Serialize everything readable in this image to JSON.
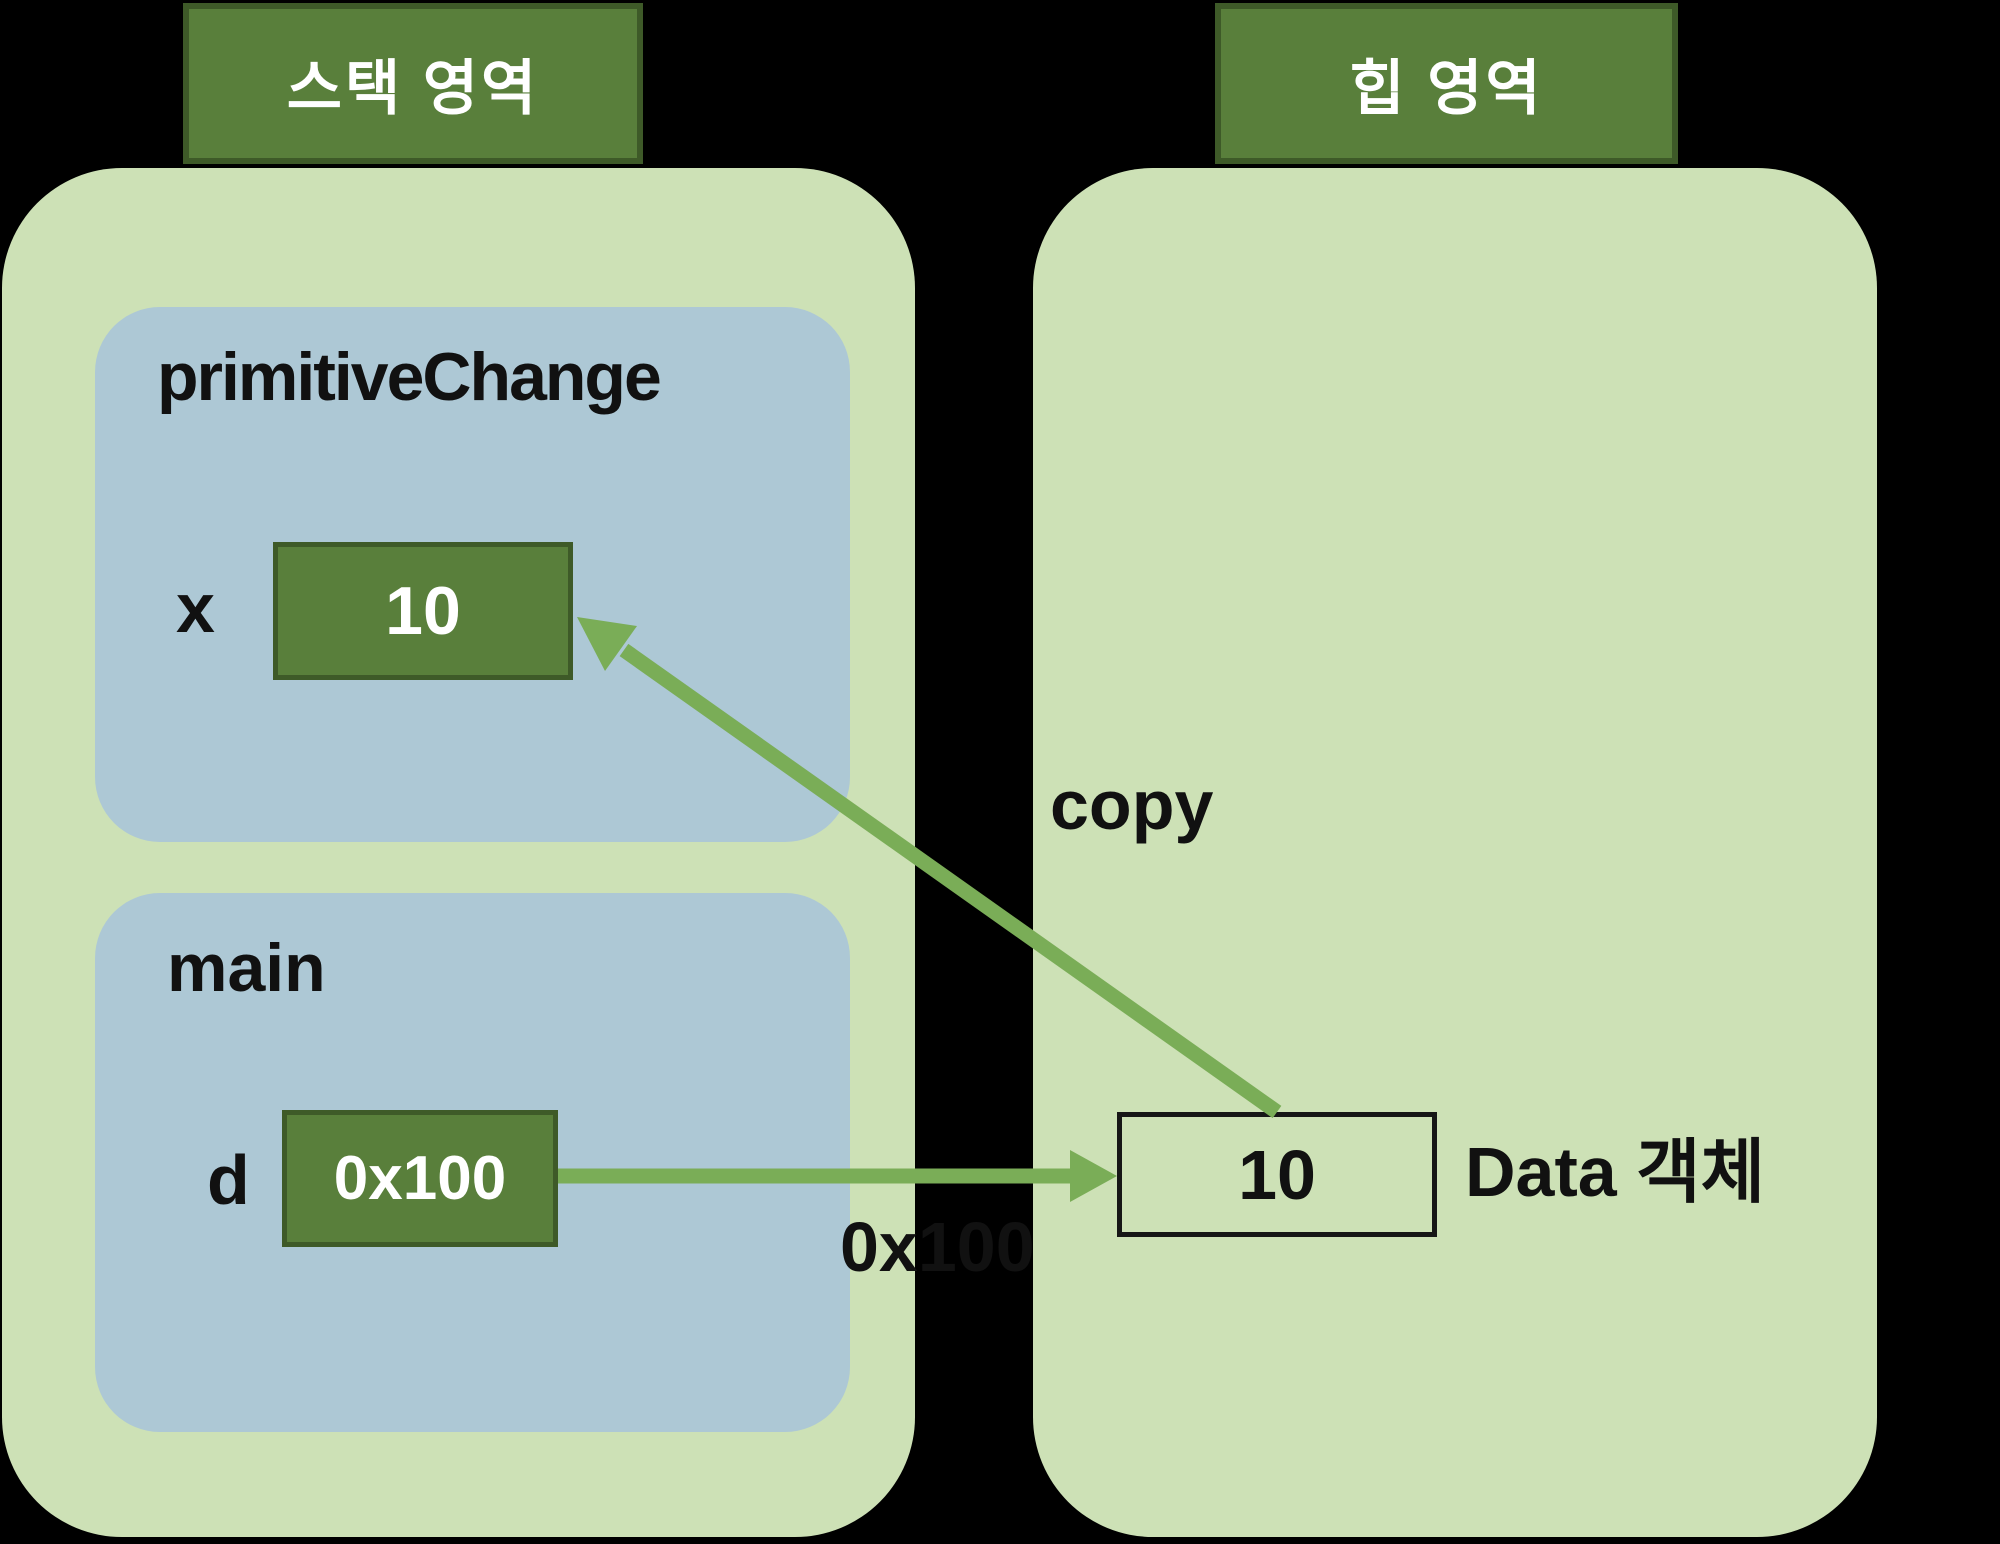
{
  "stack": {
    "header": "스택 영역",
    "frames": [
      {
        "name": "primitiveChange",
        "var": "x",
        "value": "10"
      },
      {
        "name": "main",
        "var": "d",
        "value": "0x100"
      }
    ]
  },
  "heap": {
    "header": "힙 영역",
    "object": {
      "value": "10",
      "label": "Data 객체"
    }
  },
  "arrows": {
    "copy": {
      "label": "copy",
      "from": "heap-object",
      "to": "stack-frame-primitiveChange-x"
    },
    "reference": {
      "label": "0x100",
      "from": "stack-frame-main-d",
      "to": "heap-object"
    }
  },
  "colors": {
    "background": "#000000",
    "region_fill": "#cde1b6",
    "frame_fill": "#adc8d5",
    "accent_green_fill": "#597f3b",
    "accent_green_border": "#3e5a28",
    "arrow_green": "#7aad57",
    "heap_box_border": "#161616",
    "text_dark": "#111111",
    "text_light": "#ffffff"
  }
}
